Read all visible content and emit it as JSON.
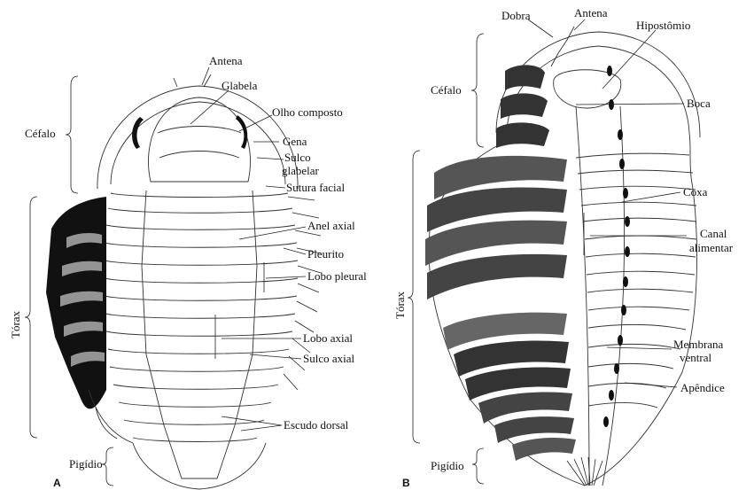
{
  "figure_a": {
    "panel_letter": "A",
    "labels": {
      "antena": "Antena",
      "glabela": "Glabela",
      "olho_composto": "Olho composto",
      "gena": "Gena",
      "sulco_glabelar_1": "Sulco",
      "sulco_glabelar_2": "glabelar",
      "sutura_facial": "Sutura facial",
      "anel_axial": "Anel axial",
      "pleurito": "Pleurito",
      "lobo_pleural": "Lobo pleural",
      "lobo_axial": "Lobo axial",
      "sulco_axial": "Sulco axial",
      "escudo_dorsal": "Escudo dorsal",
      "cefalo": "Céfalo",
      "torax": "Tórax",
      "pigidio": "Pigídio"
    }
  },
  "figure_b": {
    "panel_letter": "B",
    "labels": {
      "dobra": "Dobra",
      "antena": "Antena",
      "hipostomio": "Hipostômio",
      "boca": "Boca",
      "coxa": "Coxa",
      "canal_1": "Canal",
      "canal_2": "alimentar",
      "membrana_1": "Membrana",
      "membrana_2": "ventral",
      "apendice": "Apêndice",
      "cefalo": "Céfalo",
      "torax": "Tórax",
      "pigidio": "Pigídio"
    }
  }
}
